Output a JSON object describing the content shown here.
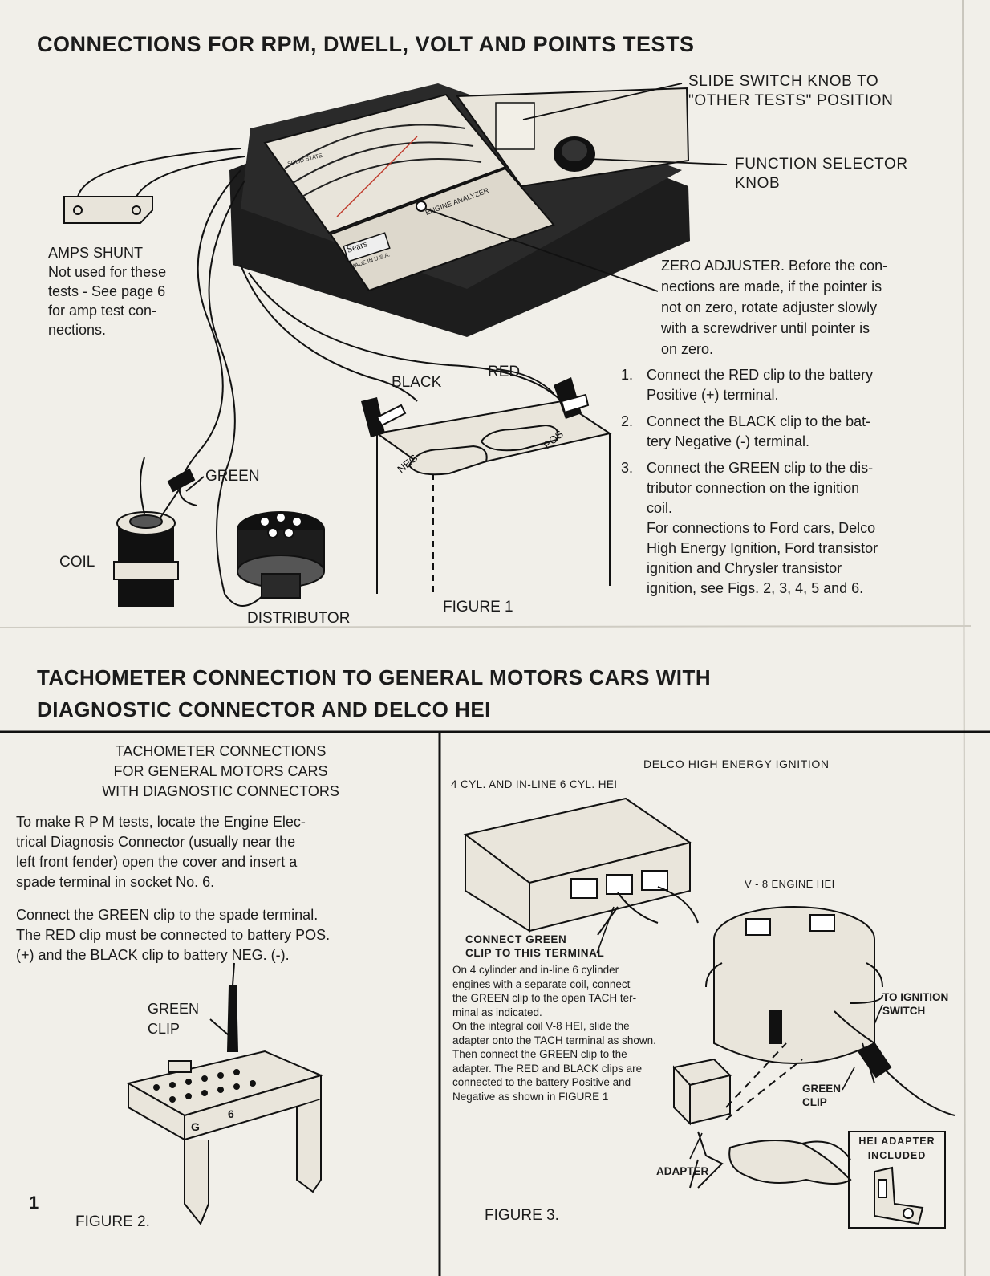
{
  "top": {
    "title": "CONNECTIONS FOR RPM, DWELL, VOLT AND POINTS TESTS",
    "callouts": {
      "slide_switch_line1": "SLIDE SWITCH KNOB TO",
      "slide_switch_line2": "\"OTHER TESTS\" POSITION",
      "function_selector_line1": "FUNCTION SELECTOR",
      "function_selector_line2": "KNOB",
      "amps_shunt_title": "AMPS SHUNT",
      "amps_shunt_lines": [
        "Not used for these",
        "tests - See page 6",
        "for amp test con-",
        "nections."
      ],
      "zero_adjuster_lines": [
        "ZERO ADJUSTER.  Before the con-",
        "nections are made, if the pointer is",
        "not on zero, rotate adjuster slowly",
        "with a screwdriver until pointer is",
        "on zero."
      ],
      "black": "BLACK",
      "red": "RED",
      "green": "GREEN",
      "coil": "COIL",
      "distributor": "DISTRIBUTOR",
      "figure": "FIGURE 1"
    },
    "device_labels": {
      "brand": "Sears",
      "engine_analyzer": "ENGINE ANALYZER",
      "made_in_usa": "MADE IN U.S.A.",
      "solid_state": "SOLID STATE",
      "neg": "NEG",
      "pos": "POS"
    },
    "steps": [
      {
        "num": "1.",
        "lines": [
          "Connect the RED clip to the battery",
          "Positive (+) terminal."
        ]
      },
      {
        "num": "2.",
        "lines": [
          "Connect the BLACK clip to the bat-",
          "tery Negative (-) terminal."
        ]
      },
      {
        "num": "3.",
        "lines": [
          "Connect the GREEN clip to the dis-",
          "tributor connection on the ignition",
          "coil.",
          "For connections to Ford cars, Delco",
          "High Energy Ignition, Ford transistor",
          "ignition and Chrysler transistor",
          "ignition, see Figs. 2, 3, 4, 5 and 6."
        ]
      }
    ]
  },
  "bottom": {
    "title_line1": "TACHOMETER  CONNECTION  TO GENERAL MOTORS CARS WITH",
    "title_line2": "DIAGNOSTIC  CONNECTOR  AND  DELCO HEI",
    "left": {
      "heading": [
        "TACHOMETER CONNECTIONS",
        "FOR GENERAL MOTORS CARS",
        "WITH DIAGNOSTIC CONNECTORS"
      ],
      "para1": [
        "To make R P M tests, locate the Engine Elec-",
        "trical Diagnosis Connector (usually near the",
        "left front fender) open the cover and insert a",
        "spade terminal in socket No. 6."
      ],
      "para2": [
        "Connect the GREEN clip to the spade terminal.",
        "The RED clip must be connected to battery POS.",
        "(+) and the BLACK clip to battery NEG. (-)."
      ],
      "green_clip": [
        "GREEN",
        "CLIP"
      ],
      "socket_g": "G",
      "socket_6": "6",
      "page_number": "1",
      "figure": "FIGURE 2."
    },
    "right": {
      "heading": "DELCO HIGH ENERGY IGNITION",
      "sub": "4 CYL. AND IN-LINE 6 CYL. HEI",
      "v8": "V - 8 ENGINE HEI",
      "connect_green": [
        "CONNECT GREEN",
        "CLIP TO THIS TERMINAL"
      ],
      "body": [
        "On 4 cylinder and in-line 6 cylinder",
        "engines with a separate coil, connect",
        "the GREEN clip to the open TACH ter-",
        "minal as indicated.",
        "On the integral coil V-8 HEI, slide the",
        "adapter onto the TACH terminal as shown.",
        "Then connect the GREEN clip to the",
        "adapter.  The RED and BLACK clips are",
        "connected to the battery Positive and",
        "Negative as shown in FIGURE 1"
      ],
      "to_ignition": [
        "TO IGNITION",
        "SWITCH"
      ],
      "green_clip": [
        "GREEN",
        "CLIP"
      ],
      "adapter": "ADAPTER",
      "hei_adapter": [
        "HEI ADAPTER",
        "INCLUDED"
      ],
      "figure": "FIGURE 3."
    }
  }
}
